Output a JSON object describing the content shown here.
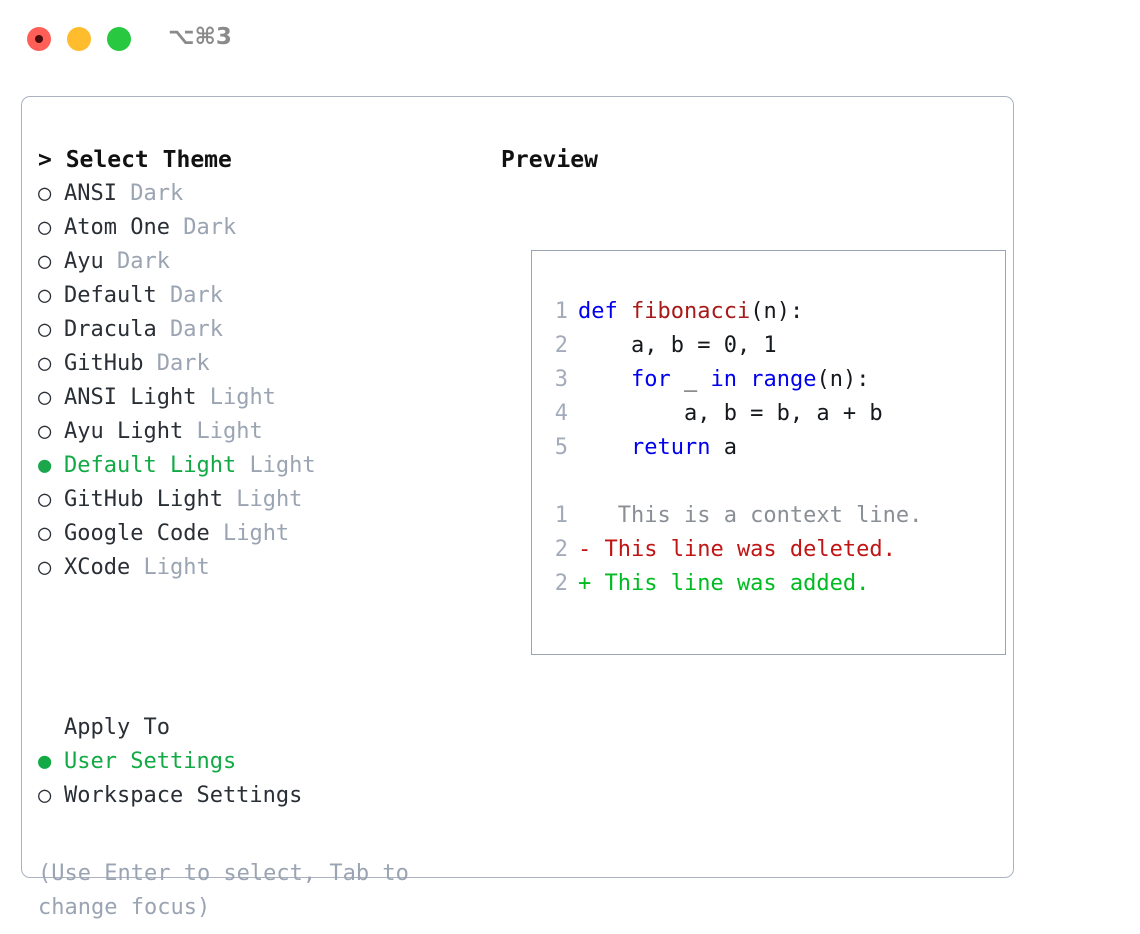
{
  "window": {
    "shortcut": "⌥⌘3",
    "traffic_lights": [
      {
        "name": "close",
        "color": "#ff5f57"
      },
      {
        "name": "minimize",
        "color": "#ffbd2e"
      },
      {
        "name": "maximize",
        "color": "#28c840"
      }
    ]
  },
  "theme_picker": {
    "header": "> Select Theme",
    "selected_marker": "●",
    "unselected_marker": "○",
    "items": [
      {
        "name": "ANSI",
        "kind": "Dark",
        "selected": false
      },
      {
        "name": "Atom One",
        "kind": "Dark",
        "selected": false
      },
      {
        "name": "Ayu",
        "kind": "Dark",
        "selected": false
      },
      {
        "name": "Default",
        "kind": "Dark",
        "selected": false
      },
      {
        "name": "Dracula",
        "kind": "Dark",
        "selected": false
      },
      {
        "name": "GitHub",
        "kind": "Dark",
        "selected": false
      },
      {
        "name": "ANSI Light",
        "kind": "Light",
        "selected": false
      },
      {
        "name": "Ayu Light",
        "kind": "Light",
        "selected": false
      },
      {
        "name": "Default Light",
        "kind": "Light",
        "selected": true
      },
      {
        "name": "GitHub Light",
        "kind": "Light",
        "selected": false
      },
      {
        "name": "Google Code",
        "kind": "Light",
        "selected": false
      },
      {
        "name": "XCode",
        "kind": "Light",
        "selected": false
      }
    ]
  },
  "apply_to": {
    "label": "Apply To",
    "options": [
      {
        "label": "User Settings",
        "selected": true
      },
      {
        "label": "Workspace Settings",
        "selected": false
      }
    ]
  },
  "hint": "(Use Enter to select, Tab to change focus)",
  "preview": {
    "title": "Preview",
    "code_lines": [
      {
        "num": "1",
        "tokens": [
          {
            "t": "def",
            "c": "kw"
          },
          {
            "t": " ",
            "c": "pln"
          },
          {
            "t": "fibonacci",
            "c": "fn"
          },
          {
            "t": "(n):",
            "c": "pln"
          }
        ]
      },
      {
        "num": "2",
        "tokens": [
          {
            "t": "    a, b = 0, 1",
            "c": "pln"
          }
        ]
      },
      {
        "num": "3",
        "tokens": [
          {
            "t": "    ",
            "c": "pln"
          },
          {
            "t": "for",
            "c": "kw"
          },
          {
            "t": " _ ",
            "c": "pln"
          },
          {
            "t": "in",
            "c": "kw"
          },
          {
            "t": " ",
            "c": "pln"
          },
          {
            "t": "range",
            "c": "kw"
          },
          {
            "t": "(n):",
            "c": "pln"
          }
        ]
      },
      {
        "num": "4",
        "tokens": [
          {
            "t": "        a, b = b, a + b",
            "c": "pln"
          }
        ]
      },
      {
        "num": "5",
        "tokens": [
          {
            "t": "    ",
            "c": "pln"
          },
          {
            "t": "return",
            "c": "kw"
          },
          {
            "t": " a",
            "c": "pln"
          }
        ]
      }
    ],
    "diff_lines": [
      {
        "num": "1",
        "marker": " ",
        "text": "  This is a context line.",
        "c": "ctx"
      },
      {
        "num": "2",
        "marker": "-",
        "text": " This line was deleted.",
        "c": "del"
      },
      {
        "num": "2",
        "marker": "+",
        "text": " This line was added.",
        "c": "add"
      }
    ]
  },
  "colors": {
    "accent_green": "#11aa44",
    "muted": "#9aa4b2",
    "keyword_blue": "#0000ee",
    "function_red": "#a81919",
    "diff_delete": "#c01515",
    "diff_add": "#00bb22",
    "border": "#aab2c0"
  }
}
